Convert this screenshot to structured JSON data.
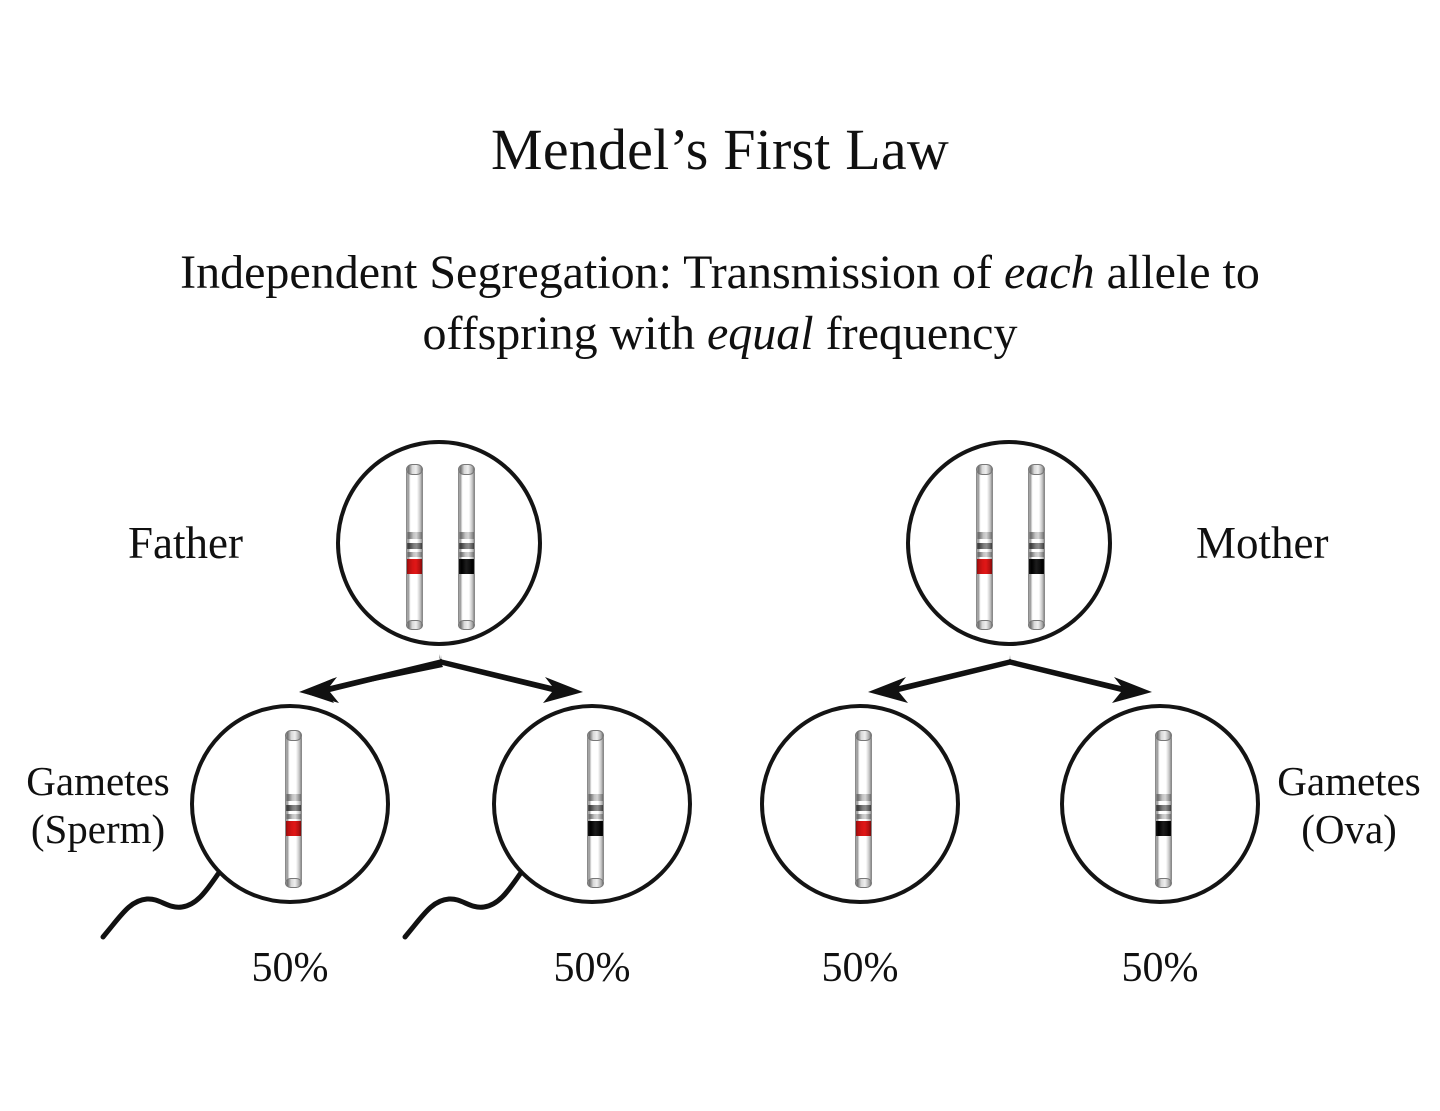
{
  "slide": {
    "title": "Mendel’s First Law",
    "subtitle": {
      "part1": "Independent Segregation:  Transmission of ",
      "em1": "each",
      "part2": " allele to offspring with ",
      "em2": "equal",
      "part3": " frequency"
    },
    "background_color": "#ffffff",
    "text_color": "#101010"
  },
  "labels": {
    "father": "Father",
    "mother": "Mother",
    "gametes_sperm_line1": "Gametes",
    "gametes_sperm_line2": "(Sperm)",
    "gametes_ova_line1": "Gametes",
    "gametes_ova_line2": "(Ova)"
  },
  "percentages": {
    "father_gamete_left": "50%",
    "father_gamete_right": "50%",
    "mother_gamete_left": "50%",
    "mother_gamete_right": "50%"
  },
  "colors": {
    "allele_red": "#d81414",
    "allele_black": "#000000",
    "outline": "#141414",
    "chromosome_grey": "#8d8d8d"
  },
  "diagram": {
    "parents": [
      {
        "name": "father",
        "chromosomes": [
          {
            "allele": "red",
            "label": "paternal-chromosome-red-allele"
          },
          {
            "allele": "black",
            "label": "paternal-chromosome-black-allele"
          }
        ]
      },
      {
        "name": "mother",
        "chromosomes": [
          {
            "allele": "red",
            "label": "maternal-chromosome-red-allele"
          },
          {
            "allele": "black",
            "label": "maternal-chromosome-black-allele"
          }
        ]
      }
    ],
    "gametes": [
      {
        "parent": "father",
        "side": "left",
        "allele": "red",
        "has_tail": true,
        "frequency": "50%"
      },
      {
        "parent": "father",
        "side": "right",
        "allele": "black",
        "has_tail": true,
        "frequency": "50%"
      },
      {
        "parent": "mother",
        "side": "left",
        "allele": "red",
        "has_tail": false,
        "frequency": "50%"
      },
      {
        "parent": "mother",
        "side": "right",
        "allele": "black",
        "has_tail": false,
        "frequency": "50%"
      }
    ],
    "arrow_count": 4,
    "arrow_style": "tapered-solid-black"
  }
}
